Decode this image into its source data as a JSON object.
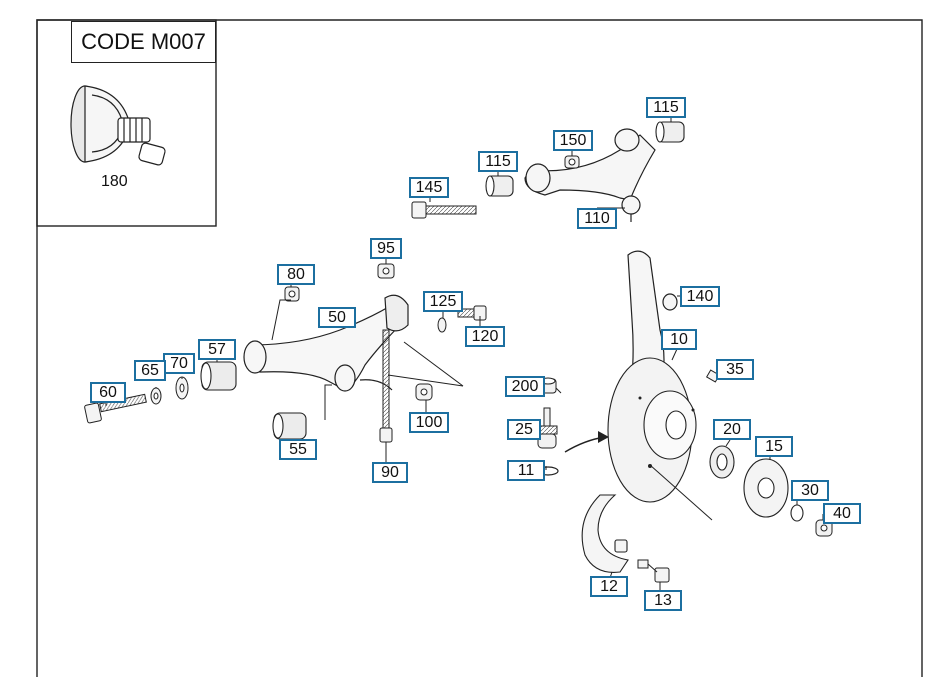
{
  "code_label": "CODE M007",
  "inset_part_label": "180",
  "colors": {
    "callout_border": "#1c6fa0",
    "line": "#222222",
    "part_fill": "#f4f4f4"
  },
  "callouts": {
    "c115a": "115",
    "c150": "150",
    "c115b": "115",
    "c145": "145",
    "c110": "110",
    "c95": "95",
    "c80": "80",
    "c125": "125",
    "c120": "120",
    "c50": "50",
    "c57": "57",
    "c70": "70",
    "c65": "65",
    "c60": "60",
    "c55": "55",
    "c90": "90",
    "c100": "100",
    "c200": "200",
    "c25": "25",
    "c11": "11",
    "c140": "140",
    "c10": "10",
    "c35": "35",
    "c20": "20",
    "c15": "15",
    "c30": "30",
    "c40": "40",
    "c12": "12",
    "c13": "13"
  }
}
